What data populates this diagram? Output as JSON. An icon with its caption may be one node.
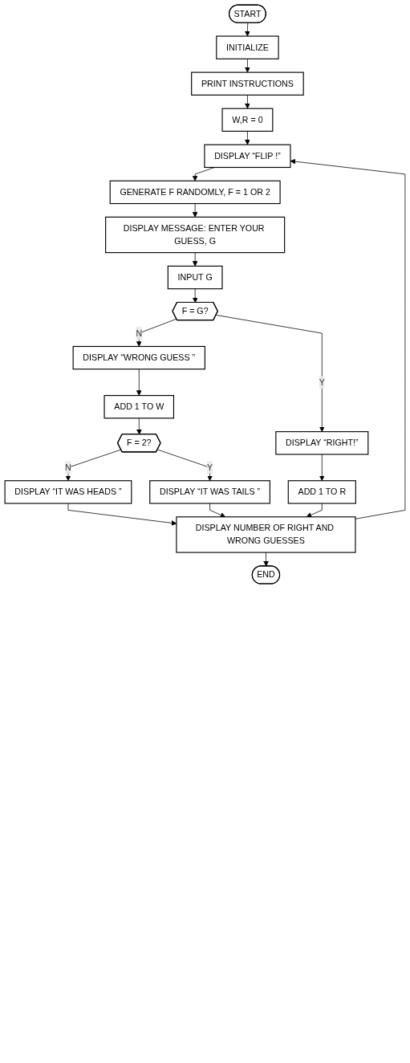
{
  "diagram": {
    "nodes": [
      {
        "text": [
          "START"
        ]
      },
      {
        "text": [
          "INITIALIZE"
        ]
      },
      {
        "text": [
          "PRINT INSTRUCTIONS"
        ]
      },
      {
        "text": [
          "W,R = 0"
        ]
      },
      {
        "text": [
          "DISPLAY “FLIP !”"
        ]
      },
      {
        "text": [
          "GENERATE F RANDOMLY, F = 1 OR 2"
        ]
      },
      {
        "text": [
          "DISPLAY MESSAGE: ENTER YOUR GUESS, G"
        ]
      },
      {
        "text": [
          "INPUT G"
        ]
      },
      {
        "text": [
          "F = G?"
        ]
      },
      {
        "text": [
          "DISPLAY “WRONG GUESS ”"
        ]
      },
      {
        "text": [
          "ADD 1 TO W"
        ]
      },
      {
        "text": [
          "F = 2?"
        ]
      },
      {
        "text": [
          "DISPLAY “IT WAS HEADS ”"
        ]
      },
      {
        "text": [
          "DISPLAY “IT WAS TAILS ”"
        ]
      },
      {
        "text": [
          "DISPLAY “RIGHT!”"
        ]
      },
      {
        "text": [
          "ADD 1 TO R"
        ]
      },
      {
        "text": [
          "DISPLAY NUMBER OF RIGHT AND WRONG GUESSES"
        ]
      },
      {
        "text": [
          "END"
        ]
      }
    ],
    "edges": [
      {
        "from": 0,
        "to": 1,
        "arrow": "to"
      },
      {
        "from": 1,
        "to": 2,
        "arrow": "to"
      },
      {
        "from": 2,
        "to": 3,
        "arrow": "to"
      },
      {
        "from": 3,
        "to": 4,
        "arrow": "to"
      },
      {
        "from": 4,
        "to": 5,
        "arrow": "to"
      },
      {
        "from": 5,
        "to": 6,
        "arrow": "to"
      },
      {
        "from": 6,
        "to": 7,
        "arrow": "to"
      },
      {
        "from": 7,
        "to": 8,
        "arrow": "to"
      },
      {
        "from": 8,
        "to": 9,
        "arrow": "to",
        "label": "N"
      },
      {
        "from": 8,
        "to": 14,
        "arrow": "to",
        "label": "Y"
      },
      {
        "from": 9,
        "to": 10,
        "arrow": "to"
      },
      {
        "from": 10,
        "to": 11,
        "arrow": "to"
      },
      {
        "from": 11,
        "to": 12,
        "arrow": "to",
        "label": "N"
      },
      {
        "from": 11,
        "to": 13,
        "arrow": "to",
        "label": "Y"
      },
      {
        "from": 12,
        "to": 16,
        "arrow": "to"
      },
      {
        "from": 13,
        "to": 16,
        "arrow": "to"
      },
      {
        "from": 14,
        "to": 15,
        "arrow": "to"
      },
      {
        "from": 15,
        "to": 16,
        "arrow": "to"
      },
      {
        "from": 16,
        "to": 4,
        "arrow": "to"
      },
      {
        "from": 16,
        "to": 17,
        "arrow": "to"
      }
    ]
  }
}
